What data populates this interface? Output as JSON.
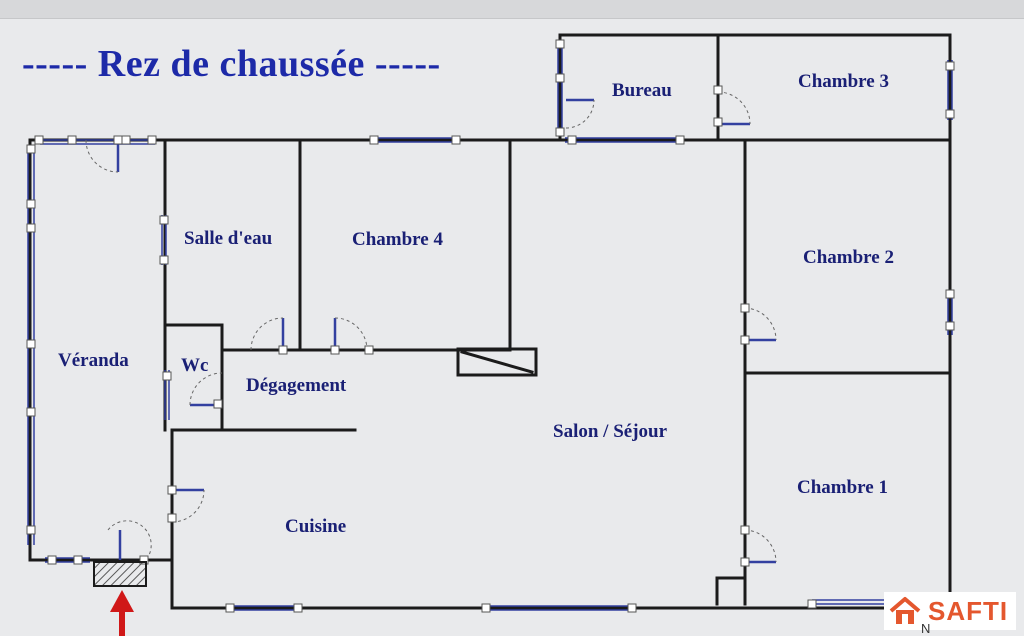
{
  "title": "-----  Rez de chaussée  -----",
  "rooms": {
    "bureau": "Bureau",
    "chambre3": "Chambre 3",
    "salle_deau": "Salle d'eau",
    "chambre4": "Chambre 4",
    "chambre2": "Chambre 2",
    "veranda": "Véranda",
    "wc": "Wc",
    "degagement": "Dégagement",
    "salon": "Salon / Séjour",
    "chambre1": "Chambre 1",
    "cuisine": "Cuisine"
  },
  "logo": {
    "text": "SAFTI",
    "icon": "house-icon"
  },
  "compass": "N",
  "colors": {
    "title": "#1d2aa8",
    "label": "#1a2075",
    "wall": "#1b1b1b",
    "window": "#3340a0",
    "entry_arrow": "#d01818",
    "logo": "#e4572e"
  }
}
